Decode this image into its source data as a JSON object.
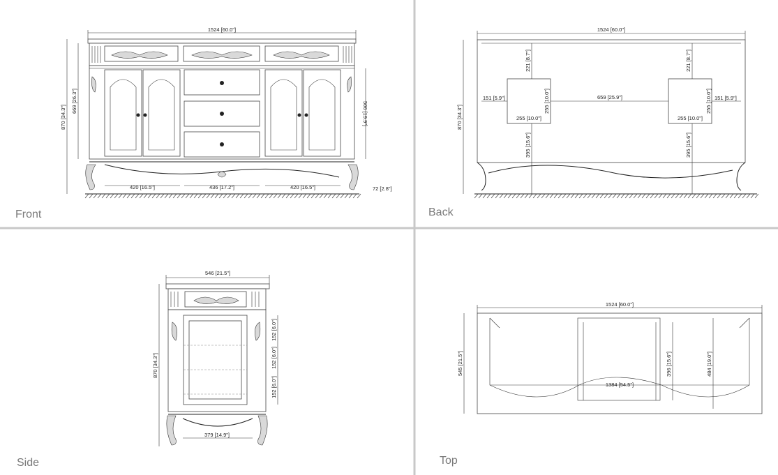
{
  "views": {
    "front": {
      "label": "Front"
    },
    "back": {
      "label": "Back"
    },
    "side": {
      "label": "Side"
    },
    "top": {
      "label": "Top"
    }
  },
  "dims": {
    "front": {
      "width": "1524 [60.0\"]",
      "height": "870 [34.3\"]",
      "body_height": "669 [26.3\"]",
      "door_height": "506 [19.9\"]",
      "leg": "72 [2.8\"]",
      "left_opening": "420 [16.5\"]",
      "center_opening": "436 [17.2\"]",
      "right_opening": "420 [16.5\"]"
    },
    "back": {
      "width": "1524 [60.0\"]",
      "height": "870 [34.3\"]",
      "top_left": "221 [8.7\"]",
      "top_right": "221 [8.7\"]",
      "side_left": "151 [5.9\"]",
      "side_right": "151 [5.9\"]",
      "cut_h_left": "255 [10.0\"]",
      "cut_h_right": "255 [10.0\"]",
      "cut_w_left": "255 [10.0\"]",
      "cut_w_right": "255 [10.0\"]",
      "between": "659 [25.9\"]",
      "bottom_left": "395 [15.6\"]",
      "bottom_right": "395 [15.6\"]"
    },
    "side": {
      "depth": "546 [21.5\"]",
      "height": "870 [34.3\"]",
      "shelf1": "152 [6.0\"]",
      "shelf2": "152 [6.0\"]",
      "shelf3": "152 [6.0\"]",
      "inner": "379 [14.9\"]"
    },
    "top": {
      "width": "1524 [60.0\"]",
      "depth": "545 [21.5\"]",
      "inner_width": "1384 [54.5\"]",
      "center_depth": "396 [15.6\"]",
      "side_depth": "484 [19.0\"]"
    }
  }
}
